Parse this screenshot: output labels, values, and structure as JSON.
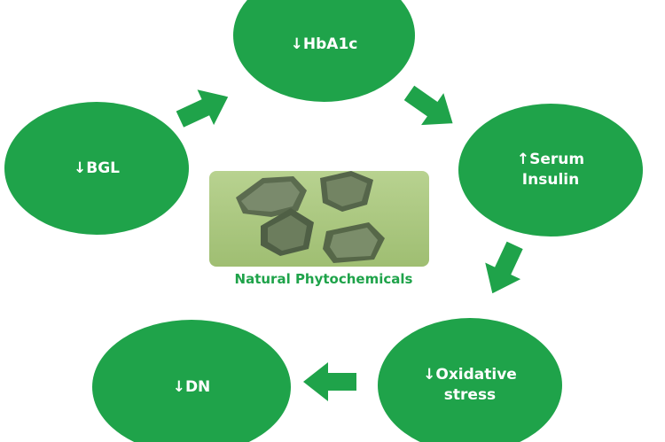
{
  "colors": {
    "node_fill": "#1fa34a",
    "node_text": "#ffffff",
    "arrow_fill": "#1fa34a",
    "label_text": "#1fa34a",
    "image_bg": "#a9c87f"
  },
  "nodes": {
    "hba1c": {
      "label": "↓HbA1c"
    },
    "serum_insulin": {
      "line1": "↑Serum",
      "line2": "Insulin"
    },
    "oxidative_stress": {
      "line1": "↓Oxidative",
      "line2": "stress"
    },
    "dn": {
      "label": "↓DN"
    },
    "bgl": {
      "label": "↓BGL"
    }
  },
  "center": {
    "label": "Natural Phytochemicals",
    "image_subject": "dried plant material"
  },
  "icons": {
    "arrow": "block-arrow-icon"
  }
}
